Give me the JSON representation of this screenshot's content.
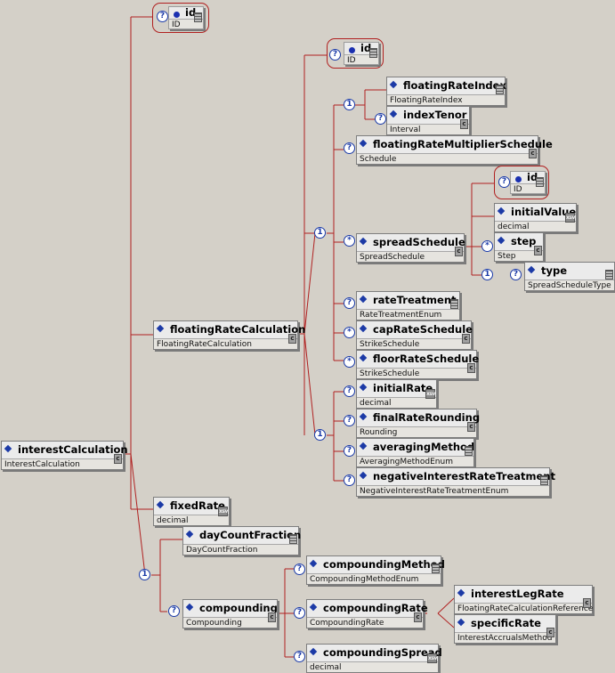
{
  "nodes": {
    "root": {
      "name": "interestCalculation",
      "type": "InterestCalculation"
    },
    "root_id": {
      "name": "id",
      "type": "ID"
    },
    "frc": {
      "name": "floatingRateCalculation",
      "type": "FloatingRateCalculation"
    },
    "frc_id": {
      "name": "id",
      "type": "ID"
    },
    "fri": {
      "name": "floatingRateIndex",
      "type": "FloatingRateIndex"
    },
    "it": {
      "name": "indexTenor",
      "type": "Interval"
    },
    "frms": {
      "name": "floatingRateMultiplierSchedule",
      "type": "Schedule"
    },
    "ss": {
      "name": "spreadSchedule",
      "type": "SpreadSchedule"
    },
    "ss_id": {
      "name": "id",
      "type": "ID"
    },
    "iv": {
      "name": "initialValue",
      "type": "decimal"
    },
    "step": {
      "name": "step",
      "type": "Step"
    },
    "type": {
      "name": "type",
      "type": "SpreadScheduleType"
    },
    "rt": {
      "name": "rateTreatment",
      "type": "RateTreatmentEnum"
    },
    "caps": {
      "name": "capRateSchedule",
      "type": "StrikeSchedule"
    },
    "floors": {
      "name": "floorRateSchedule",
      "type": "StrikeSchedule"
    },
    "ir": {
      "name": "initialRate",
      "type": "decimal"
    },
    "frr": {
      "name": "finalRateRounding",
      "type": "Rounding"
    },
    "am": {
      "name": "averagingMethod",
      "type": "AveragingMethodEnum"
    },
    "nirt": {
      "name": "negativeInterestRateTreatment",
      "type": "NegativeInterestRateTreatmentEnum"
    },
    "fixed": {
      "name": "fixedRate",
      "type": "decimal"
    },
    "dcf": {
      "name": "dayCountFraction",
      "type": "DayCountFraction"
    },
    "comp": {
      "name": "compounding",
      "type": "Compounding"
    },
    "cm": {
      "name": "compoundingMethod",
      "type": "CompoundingMethodEnum"
    },
    "cr": {
      "name": "compoundingRate",
      "type": "CompoundingRate"
    },
    "ilr": {
      "name": "interestLegRate",
      "type": "FloatingRateCalculationReference"
    },
    "sr": {
      "name": "specificRate",
      "type": "InterestAccrualsMethod"
    },
    "cs": {
      "name": "compoundingSpread",
      "type": "decimal"
    }
  },
  "badges": {
    "optional": "?",
    "choice": "1",
    "repeat": "*"
  },
  "colors": {
    "connector": "#b02020",
    "badge": "#1a3aa8"
  }
}
